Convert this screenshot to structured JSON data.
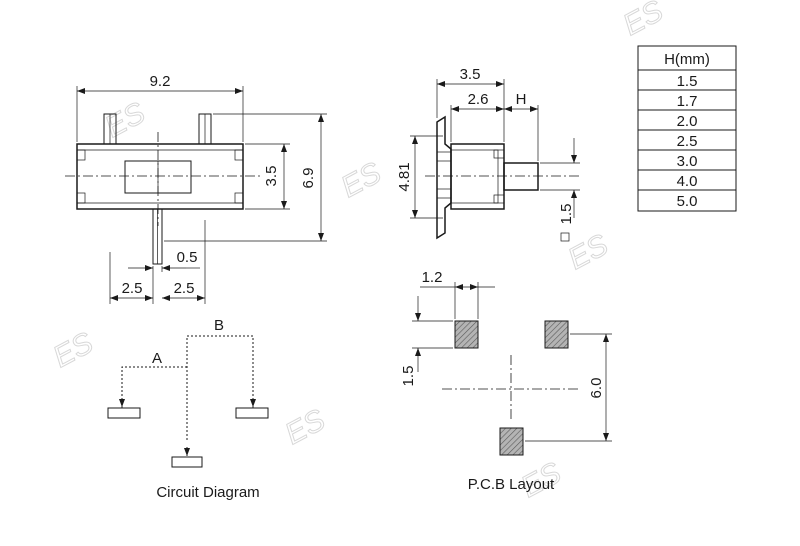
{
  "front_view": {
    "width_dim": "9.2",
    "height_dim": "3.5",
    "overall_dim": "6.9",
    "pin_dim": "0.5",
    "pitch_left": "2.5",
    "pitch_right": "2.5"
  },
  "side_view": {
    "depth_dim": "3.5",
    "body_dim": "2.6",
    "actuator_dim": "H",
    "height_dim": "4.81",
    "actuator_size": "1.5"
  },
  "h_table": {
    "header": "H(mm)",
    "values": [
      "1.5",
      "1.7",
      "2.0",
      "2.5",
      "3.0",
      "4.0",
      "5.0"
    ]
  },
  "circuit": {
    "label_a": "A",
    "label_b": "B",
    "caption": "Circuit Diagram"
  },
  "pcb": {
    "pad_width": "1.2",
    "pad_height": "1.5",
    "spacing": "6.0",
    "caption": "P.C.B Layout"
  },
  "watermark": {
    "text": "ES"
  },
  "colors": {
    "line": "#1a1a1a",
    "pad_fill": "#a0a0a0",
    "watermark": "#d4d4d4"
  }
}
